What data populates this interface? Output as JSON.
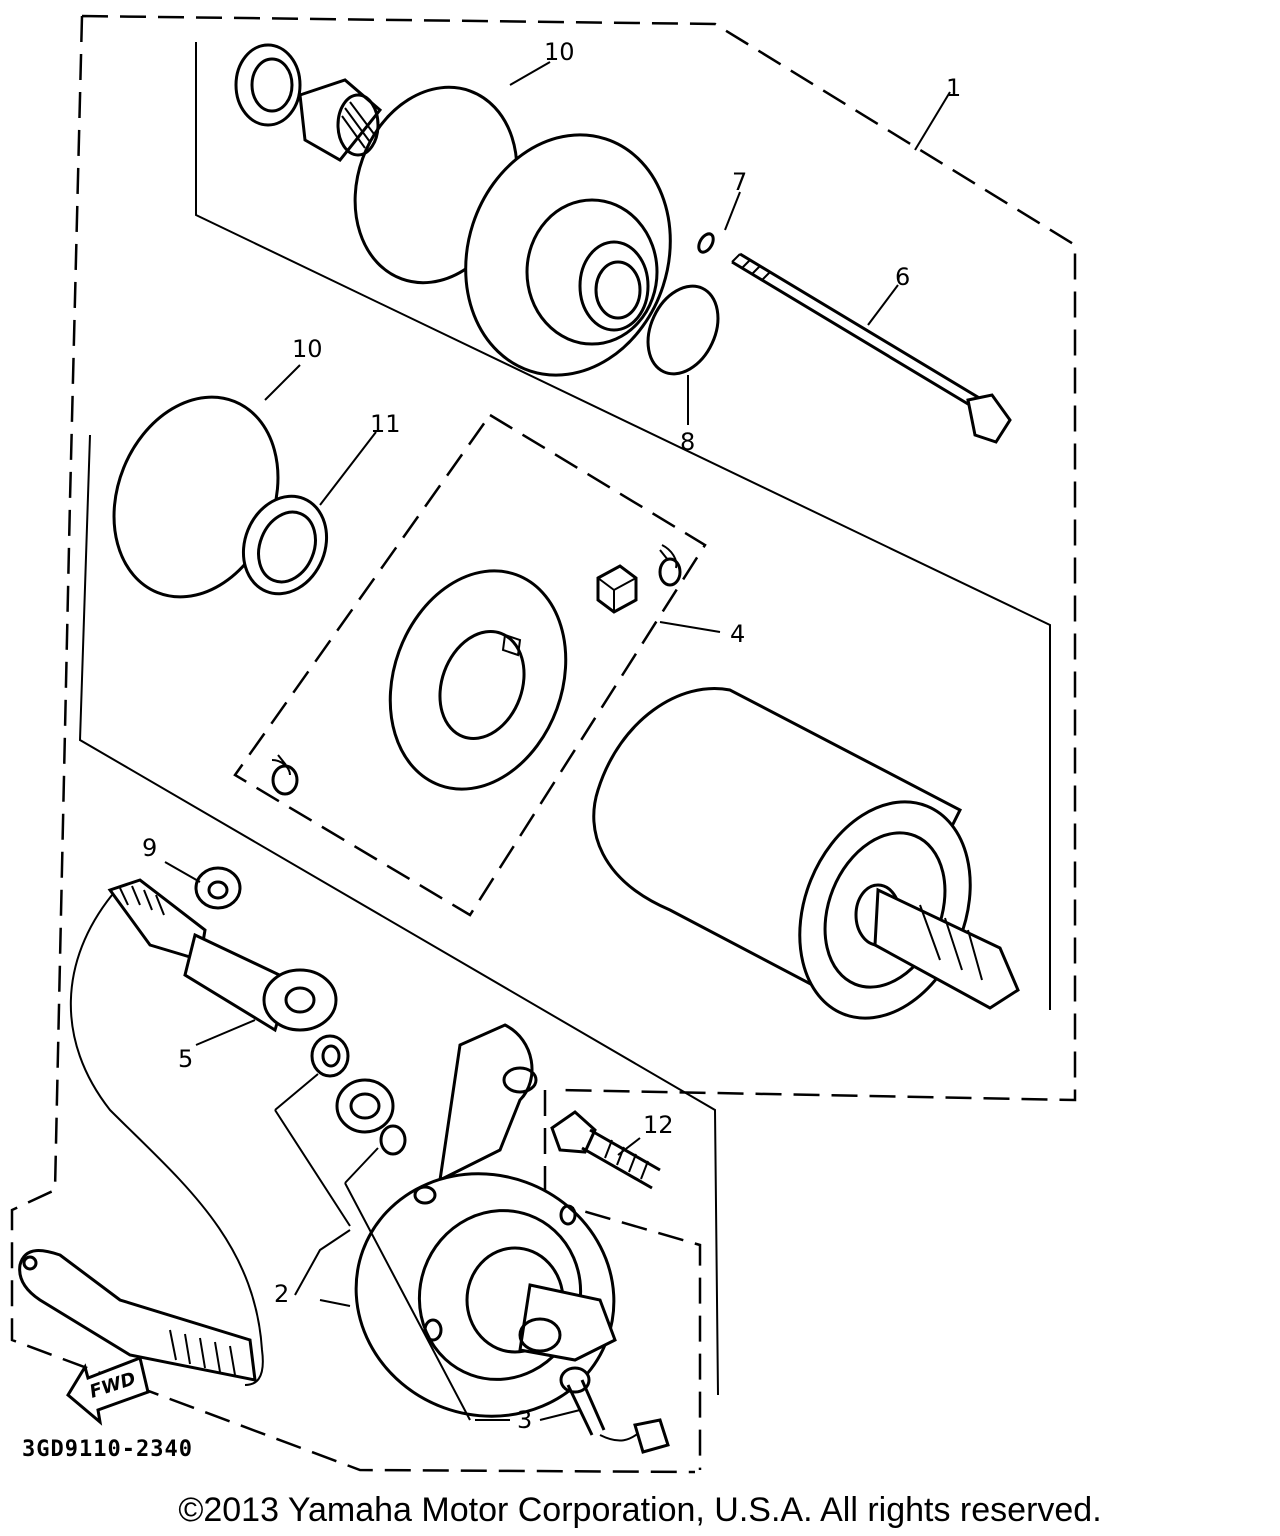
{
  "diagram": {
    "callouts": [
      "1",
      "2",
      "3",
      "4",
      "5",
      "6",
      "7",
      "8",
      "9",
      "10",
      "10",
      "11",
      "12"
    ],
    "diagram_code": "3GD9110-2340",
    "fwd_label": "FWD"
  },
  "footer": {
    "copyright": "©2013 Yamaha Motor Corporation, U.S.A. All rights reserved."
  }
}
